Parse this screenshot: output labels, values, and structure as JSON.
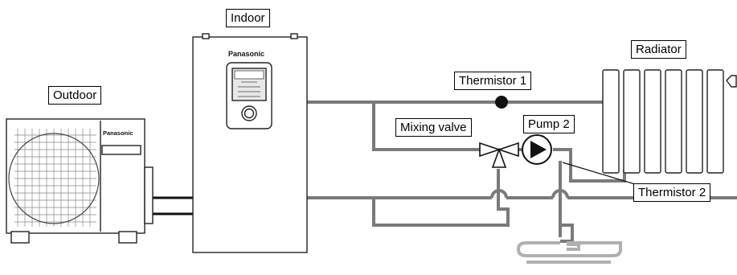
{
  "labels": {
    "indoor": "Indoor",
    "outdoor": "Outdoor",
    "radiator": "Radiator",
    "thermistor1": "Thermistor 1",
    "thermistor2": "Thermistor 2",
    "mixing_valve": "Mixing valve",
    "pump2": "Pump 2"
  },
  "brand": {
    "indoor": "Panasonic",
    "outdoor": "Panasonic"
  },
  "colors": {
    "pipe": "#7a7a7a",
    "floor_loop": "#b0b0b0",
    "outline": "#000000"
  }
}
